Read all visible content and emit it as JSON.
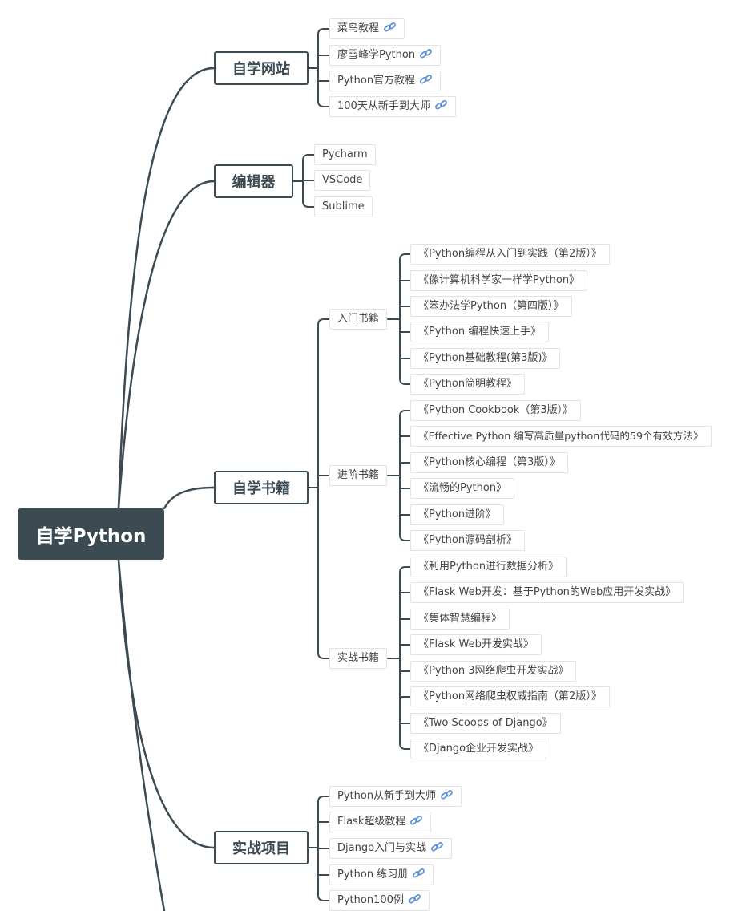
{
  "root": "自学Python",
  "branches": [
    {
      "id": "websites",
      "label": "自学网站",
      "link_icon": "link-icon",
      "items": [
        "菜鸟教程",
        "廖雪峰学Python",
        "Python官方教程",
        "100天从新手到大师"
      ]
    },
    {
      "id": "editors",
      "label": "编辑器",
      "items": [
        "Pycharm",
        "VSCode",
        "Sublime"
      ]
    },
    {
      "id": "books",
      "label": "自学书籍",
      "groups": [
        {
          "label": "入门书籍",
          "items": [
            "《Python编程从入门到实践（第2版）》",
            "《像计算机科学家一样学Python》",
            "《笨办法学Python（第四版）》",
            "《Python 编程快速上手》",
            "《Python基础教程(第3版)》",
            "《Python简明教程》"
          ]
        },
        {
          "label": "进阶书籍",
          "items": [
            "《Python Cookbook（第3版）》",
            "《Effective Python 编写高质量python代码的59个有效方法》",
            "《Python核心编程（第3版）》",
            "《流畅的Python》",
            "《Python进阶》",
            "《Python源码剖析》"
          ]
        },
        {
          "label": "实战书籍",
          "items": [
            "《利用Python进行数据分析》",
            "《Flask Web开发：基于Python的Web应用开发实战》",
            "《集体智慧编程》",
            "《Flask Web开发实战》",
            "《Python 3网络爬虫开发实战》",
            "《Python网络爬虫权威指南（第2版）》",
            "《Two Scoops of Django》",
            "《Django企业开发实战》"
          ]
        }
      ]
    },
    {
      "id": "projects",
      "label": "实战项目",
      "link_icon": "link-icon",
      "items": [
        "Python从新手到大师",
        "Flask超级教程",
        "Django入门与实战",
        "Python 练习册",
        "Python100例"
      ]
    }
  ],
  "colors": {
    "node_dark": "#3c4a52",
    "link_blue": "#5b8fd6",
    "leaf_border": "#e3e3e3"
  }
}
